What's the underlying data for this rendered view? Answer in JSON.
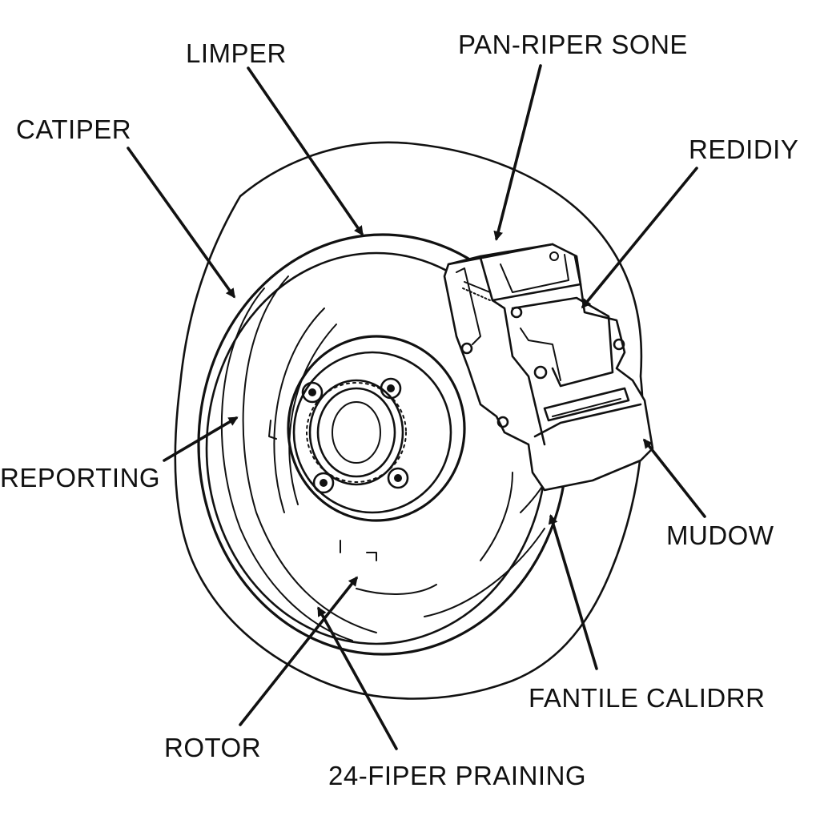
{
  "labels": {
    "limper": "LIMPER",
    "pan_riper_sone": "PAN-RIPER SONE",
    "catiper": "CATIPER",
    "redidiy": "REDIDIY",
    "reporting": "REPORTING",
    "mudow": "MUDOW",
    "fantile_calidrr": "FANTILE CALIDRR",
    "rotor": "ROTOR",
    "fiper_praining": "24-FIPER PRAINING"
  },
  "colors": {
    "ink": "#111111",
    "background": "#ffffff"
  }
}
